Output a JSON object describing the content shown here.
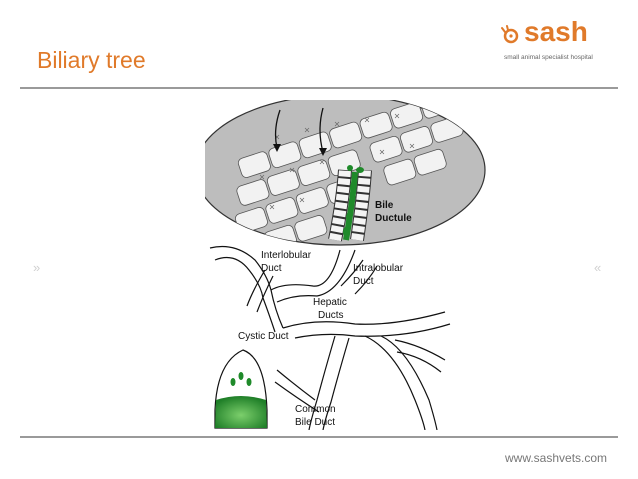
{
  "slide": {
    "title": "Biliary tree",
    "footer_url": "www.sashvets.com"
  },
  "logo": {
    "wordmark": "sash",
    "tagline": "small animal specialist hospital",
    "accent_color": "#e07a2a"
  },
  "navigation": {
    "prev_icon": "double-chevron-right-icon",
    "next_icon": "double-chevron-left-icon",
    "prev_glyph": "»",
    "next_glyph": "«"
  },
  "diagram": {
    "labels": {
      "bile_ductule_line1": "Bile",
      "bile_ductule_line2": "Ductule",
      "interlobular_line1": "Interlobular",
      "interlobular_line2": "Duct",
      "intralobular_line1": "Intralobular",
      "intralobular_line2": "Duct",
      "hepatic_line1": "Hepatic",
      "hepatic_line2": "Ducts",
      "cystic_duct": "Cystic Duct",
      "common_line1": "Common",
      "common_line2": "Bile Duct"
    },
    "colors": {
      "lobule_fill": "#bdbdbd",
      "bile_green": "#1f8a2a",
      "gallbladder_green": "#2fa33a"
    }
  }
}
